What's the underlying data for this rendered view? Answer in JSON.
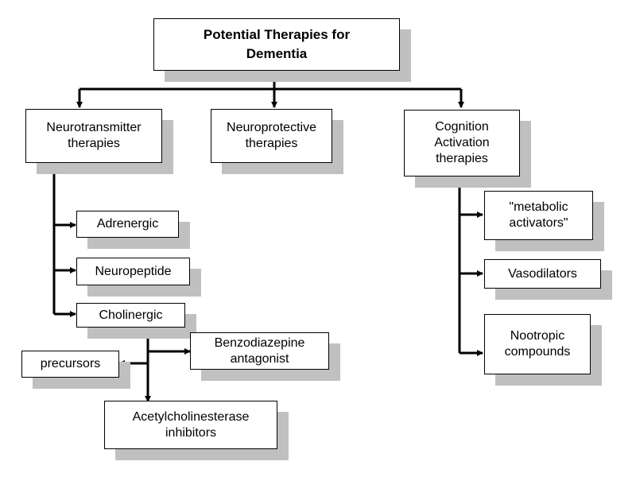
{
  "colors": {
    "shadow": "#c0c0c0",
    "line": "#000000",
    "box": "#ffffff"
  },
  "nodes": {
    "root": "Potential Therapies for\nDementia",
    "neurotransmitter": "Neurotransmitter\ntherapies",
    "neuroprotective": "Neuroprotective\ntherapies",
    "cognition": "Cognition\nActivation\ntherapies",
    "adrenergic": "Adrenergic",
    "neuropeptide": "Neuropeptide",
    "cholinergic": "Cholinergic",
    "benzodiazepine": "Benzodiazepine\nantagonist",
    "precursors": "precursors",
    "acetylcholinesterase": "Acetylcholinesterase\ninhibitors",
    "metabolic": "\"metabolic\nactivators\"",
    "vasodilators": "Vasodilators",
    "nootropic": "Nootropic\ncompounds"
  }
}
